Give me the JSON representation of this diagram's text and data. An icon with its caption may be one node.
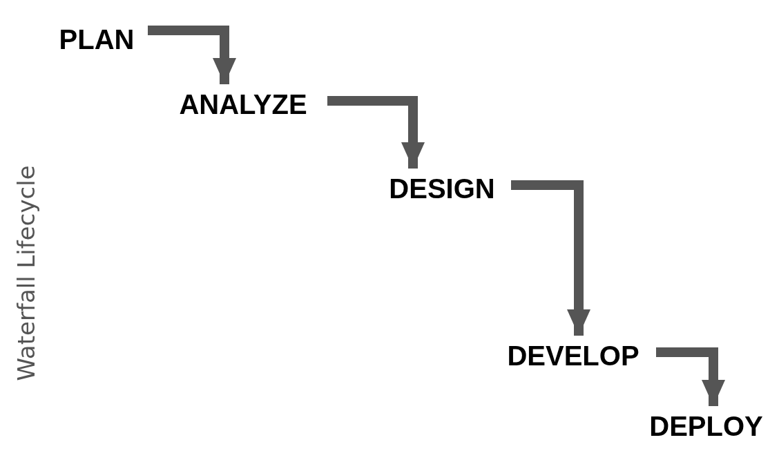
{
  "diagram": {
    "title": "Waterfall Lifecycle",
    "nodes": [
      {
        "text": [
          "PLAN"
        ]
      },
      {
        "text": [
          "ANALYZE"
        ]
      },
      {
        "text": [
          "DESIGN"
        ]
      },
      {
        "text": [
          "DEVELOP"
        ]
      },
      {
        "text": [
          "DEPLOY"
        ]
      }
    ],
    "edges": [
      {
        "from": 0,
        "to": 1,
        "arrow": "to"
      },
      {
        "from": 1,
        "to": 2,
        "arrow": "to"
      },
      {
        "from": 2,
        "to": 3,
        "arrow": "to"
      },
      {
        "from": 3,
        "to": 4,
        "arrow": "to"
      }
    ]
  }
}
